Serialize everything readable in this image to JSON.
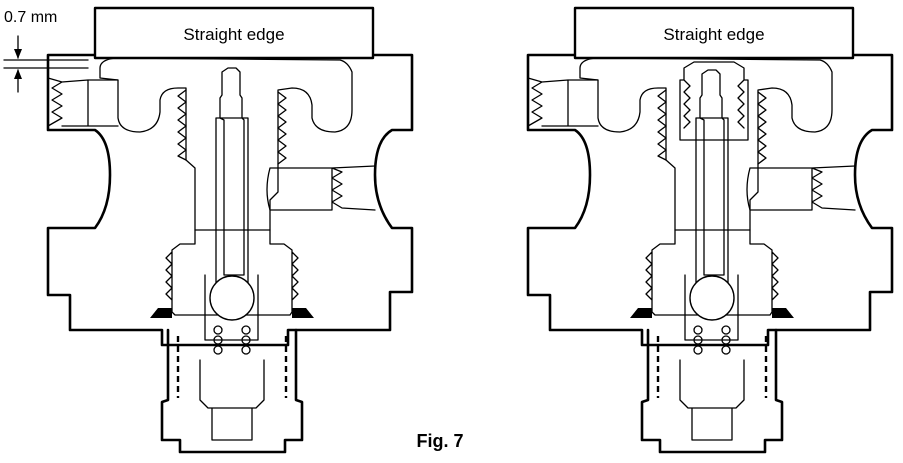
{
  "figure": {
    "caption": "Fig. 7",
    "dimension_label": "0.7 mm",
    "left_view": {
      "straight_edge_label": "Straight edge"
    },
    "right_view": {
      "straight_edge_label": "Straight edge"
    }
  }
}
